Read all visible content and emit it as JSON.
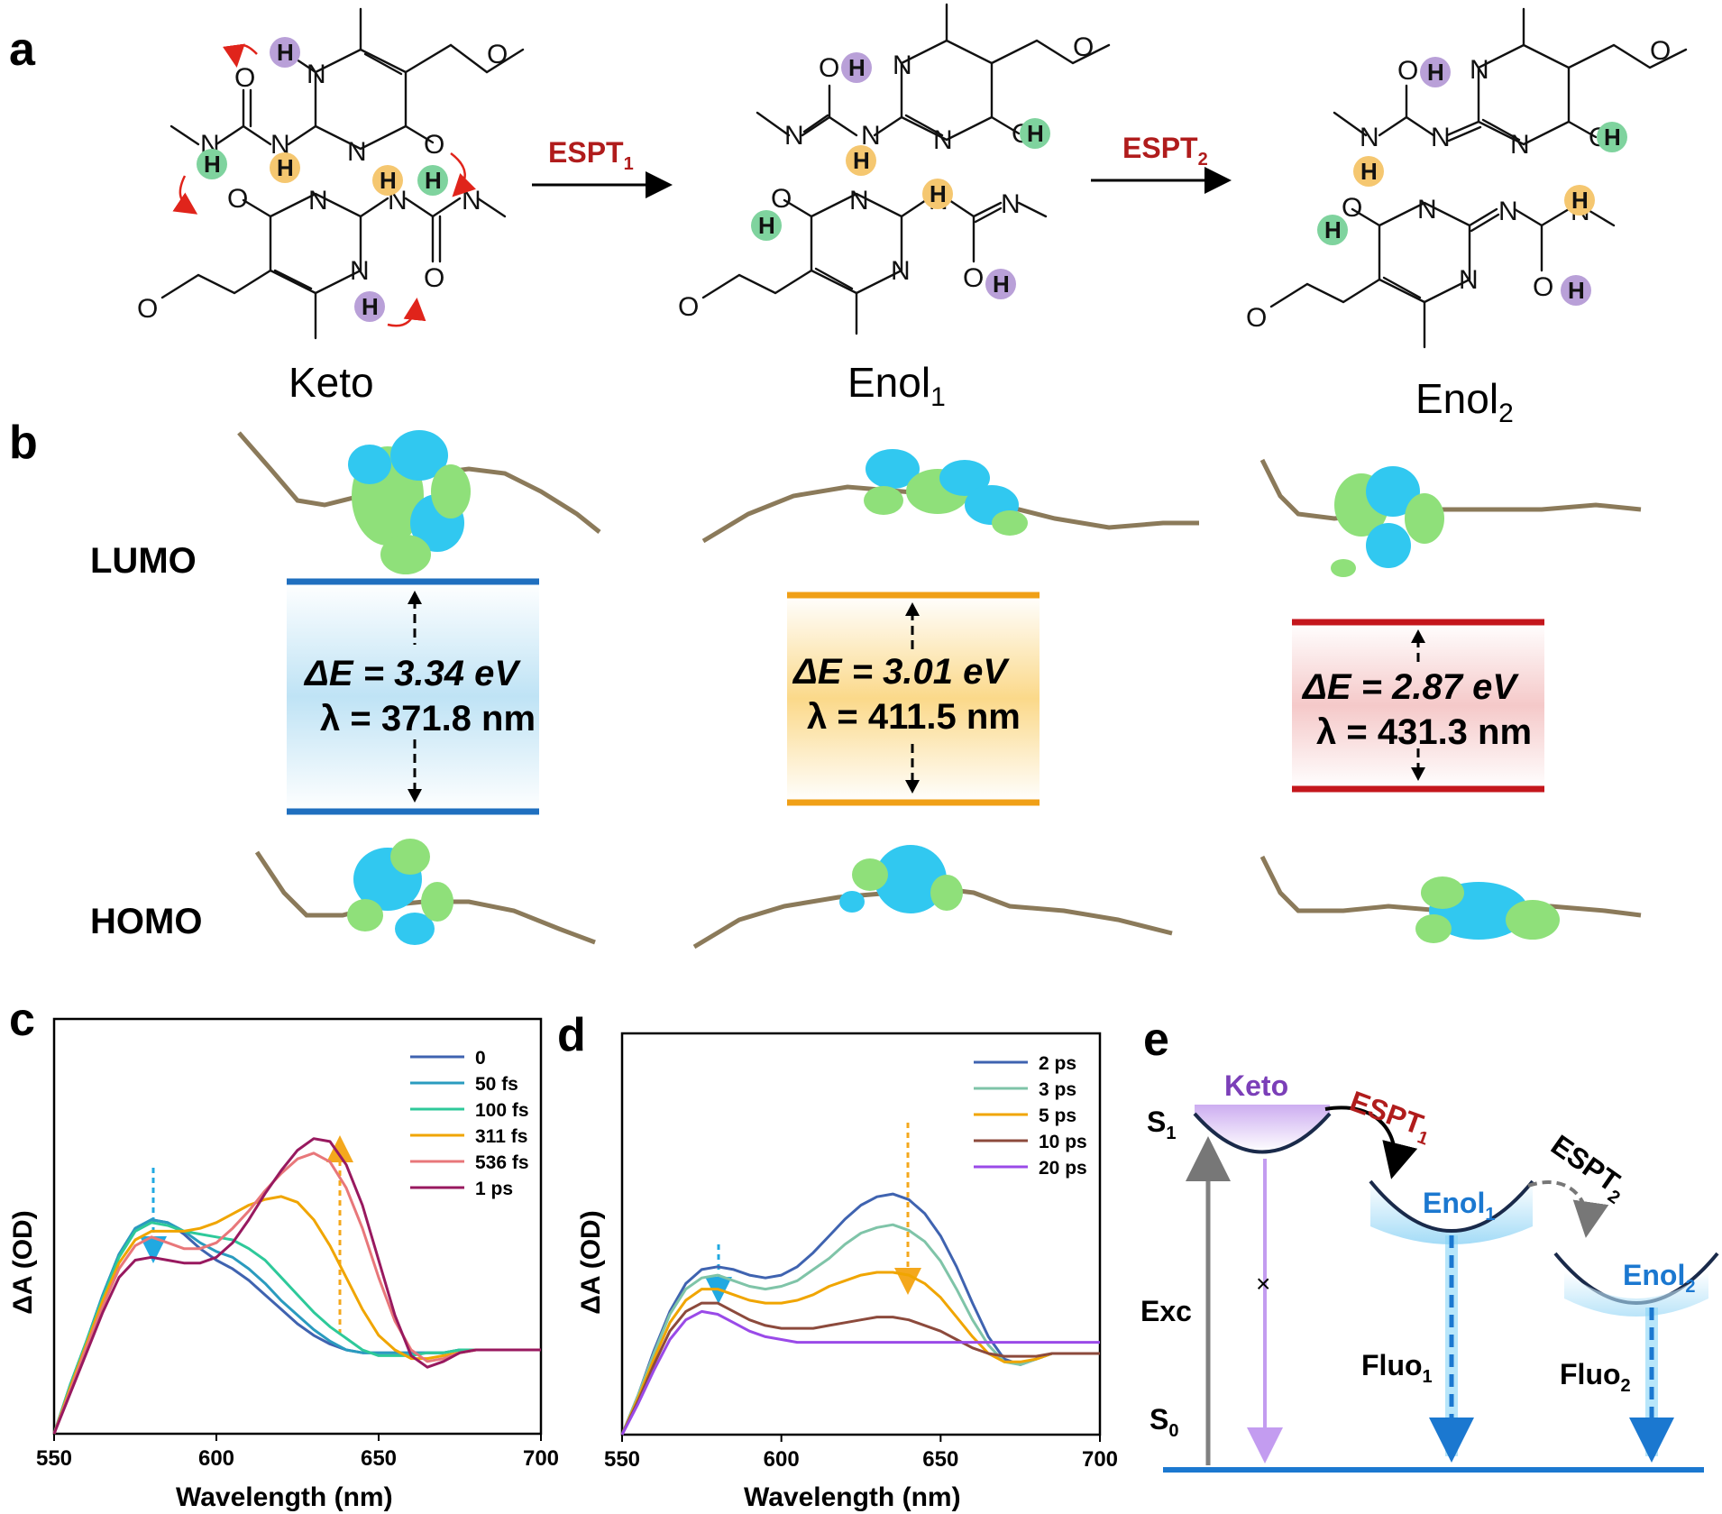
{
  "panel_labels": {
    "a": "a",
    "b": "b",
    "c": "c",
    "d": "d",
    "e": "e"
  },
  "panel_a": {
    "atoms": {
      "H": "H",
      "N": "N",
      "O": "O"
    },
    "keto_label": "Keto",
    "enol1_label": "Enol",
    "enol1_sub": "1",
    "enol2_label": "Enol",
    "enol2_sub": "2",
    "arrow1_label": "ESPT",
    "arrow1_sub": "1",
    "arrow2_label": "ESPT",
    "arrow2_sub": "2",
    "colors": {
      "purple_h": "#b9a0d8",
      "green_h": "#7fd39e",
      "yellow_h": "#f5c770",
      "arrow_red": "#e0241b"
    }
  },
  "panel_b": {
    "lumo_label": "LUMO",
    "homo_label": "HOMO",
    "gaps": [
      {
        "dE": "ΔE = 3.34 eV",
        "lambda": "λ = 371.8 nm",
        "color": "#1f6fbf",
        "fill": "#bfe3f5"
      },
      {
        "dE": "ΔE = 3.01 eV",
        "lambda": "λ = 411.5 nm",
        "color": "#f0a017",
        "fill": "#fbd98a"
      },
      {
        "dE": "ΔE = 2.87 eV",
        "lambda": "λ = 431.3 nm",
        "color": "#c4161c",
        "fill": "#f5c9c9"
      }
    ],
    "orbital_colors": {
      "positive": "#31c8f0",
      "negative": "#8fe07a"
    }
  },
  "chart_data": [
    {
      "type": "line",
      "panel": "c",
      "xlabel": "Wavelength (nm)",
      "ylabel": "ΔA (OD)",
      "xlim": [
        550,
        700
      ],
      "xticks": [
        550,
        600,
        650,
        700
      ],
      "x": [
        550,
        555,
        560,
        565,
        570,
        575,
        580,
        585,
        590,
        595,
        600,
        605,
        610,
        615,
        620,
        625,
        630,
        635,
        640,
        645,
        650,
        655,
        660,
        665,
        670,
        675,
        680,
        685,
        690,
        695,
        700
      ],
      "series": [
        {
          "name": "0",
          "color": "#3f63b0",
          "values": [
            0.0,
            0.17,
            0.32,
            0.48,
            0.62,
            0.71,
            0.74,
            0.73,
            0.69,
            0.64,
            0.6,
            0.57,
            0.53,
            0.48,
            0.43,
            0.38,
            0.34,
            0.31,
            0.29,
            0.28,
            0.28,
            0.28,
            0.28,
            0.28,
            0.28,
            0.29,
            0.29,
            0.29,
            0.29,
            0.29,
            0.29
          ]
        },
        {
          "name": "50 fs",
          "color": "#2a9bbf",
          "values": [
            0.0,
            0.17,
            0.32,
            0.48,
            0.62,
            0.71,
            0.74,
            0.73,
            0.7,
            0.66,
            0.63,
            0.61,
            0.57,
            0.52,
            0.46,
            0.41,
            0.36,
            0.32,
            0.29,
            0.28,
            0.28,
            0.28,
            0.28,
            0.28,
            0.28,
            0.29,
            0.29,
            0.29,
            0.29,
            0.29,
            0.29
          ]
        },
        {
          "name": "100 fs",
          "color": "#2ec99a",
          "values": [
            0.0,
            0.17,
            0.32,
            0.47,
            0.61,
            0.7,
            0.73,
            0.72,
            0.7,
            0.69,
            0.68,
            0.67,
            0.64,
            0.6,
            0.54,
            0.48,
            0.42,
            0.37,
            0.33,
            0.29,
            0.27,
            0.27,
            0.27,
            0.28,
            0.28,
            0.29,
            0.29,
            0.29,
            0.29,
            0.29,
            0.29
          ]
        },
        {
          "name": "311 fs",
          "color": "#f0a500",
          "values": [
            0.0,
            0.16,
            0.31,
            0.46,
            0.59,
            0.67,
            0.7,
            0.7,
            0.7,
            0.71,
            0.73,
            0.76,
            0.79,
            0.81,
            0.82,
            0.8,
            0.74,
            0.65,
            0.54,
            0.43,
            0.34,
            0.29,
            0.26,
            0.26,
            0.27,
            0.28,
            0.29,
            0.29,
            0.29,
            0.29,
            0.29
          ]
        },
        {
          "name": "536 fs",
          "color": "#e8777a",
          "values": [
            0.0,
            0.15,
            0.3,
            0.44,
            0.57,
            0.65,
            0.68,
            0.66,
            0.64,
            0.64,
            0.66,
            0.71,
            0.77,
            0.84,
            0.9,
            0.95,
            0.97,
            0.94,
            0.85,
            0.71,
            0.54,
            0.39,
            0.29,
            0.25,
            0.26,
            0.28,
            0.29,
            0.29,
            0.29,
            0.29,
            0.29
          ]
        },
        {
          "name": "1 ps",
          "color": "#98195f",
          "values": [
            0.0,
            0.14,
            0.28,
            0.42,
            0.54,
            0.6,
            0.61,
            0.6,
            0.59,
            0.59,
            0.61,
            0.66,
            0.74,
            0.83,
            0.91,
            0.98,
            1.02,
            1.01,
            0.93,
            0.79,
            0.6,
            0.41,
            0.27,
            0.23,
            0.25,
            0.28,
            0.29,
            0.29,
            0.29,
            0.29,
            0.29
          ]
        }
      ]
    },
    {
      "type": "line",
      "panel": "d",
      "xlabel": "Wavelength (nm)",
      "ylabel": "ΔA (OD)",
      "xlim": [
        550,
        700
      ],
      "xticks": [
        550,
        600,
        650,
        700
      ],
      "x": [
        550,
        555,
        560,
        565,
        570,
        575,
        580,
        585,
        590,
        595,
        600,
        605,
        610,
        615,
        620,
        625,
        630,
        635,
        640,
        645,
        650,
        655,
        660,
        665,
        670,
        675,
        680,
        685,
        690,
        695,
        700
      ],
      "series": [
        {
          "name": "2 ps",
          "color": "#3f63b0",
          "values": [
            0.0,
            0.14,
            0.3,
            0.44,
            0.54,
            0.59,
            0.6,
            0.59,
            0.57,
            0.56,
            0.57,
            0.6,
            0.65,
            0.71,
            0.77,
            0.82,
            0.85,
            0.86,
            0.84,
            0.79,
            0.71,
            0.6,
            0.47,
            0.35,
            0.27,
            0.25,
            0.27,
            0.29,
            0.29,
            0.29,
            0.29
          ]
        },
        {
          "name": "3 ps",
          "color": "#7fc4a8",
          "values": [
            0.0,
            0.14,
            0.29,
            0.43,
            0.52,
            0.56,
            0.57,
            0.55,
            0.53,
            0.52,
            0.53,
            0.55,
            0.59,
            0.63,
            0.68,
            0.72,
            0.74,
            0.75,
            0.73,
            0.69,
            0.62,
            0.52,
            0.41,
            0.32,
            0.26,
            0.25,
            0.27,
            0.29,
            0.29,
            0.29,
            0.29
          ]
        },
        {
          "name": "5 ps",
          "color": "#f0a500",
          "values": [
            0.0,
            0.13,
            0.27,
            0.4,
            0.48,
            0.52,
            0.52,
            0.5,
            0.48,
            0.47,
            0.47,
            0.48,
            0.5,
            0.53,
            0.55,
            0.57,
            0.58,
            0.58,
            0.57,
            0.54,
            0.49,
            0.42,
            0.35,
            0.29,
            0.26,
            0.26,
            0.27,
            0.29,
            0.29,
            0.29,
            0.29
          ]
        },
        {
          "name": "10 ps",
          "color": "#8c4a3c",
          "values": [
            0.0,
            0.12,
            0.25,
            0.37,
            0.44,
            0.47,
            0.47,
            0.44,
            0.41,
            0.39,
            0.38,
            0.38,
            0.38,
            0.39,
            0.4,
            0.41,
            0.42,
            0.42,
            0.41,
            0.39,
            0.37,
            0.34,
            0.31,
            0.29,
            0.28,
            0.28,
            0.28,
            0.29,
            0.29,
            0.29,
            0.29
          ]
        },
        {
          "name": "20 ps",
          "color": "#9a4ae8",
          "values": [
            0.0,
            0.11,
            0.23,
            0.34,
            0.41,
            0.44,
            0.43,
            0.4,
            0.37,
            0.35,
            0.34,
            0.33,
            0.33,
            0.33,
            0.33,
            0.33,
            0.33,
            0.33,
            0.33,
            0.33,
            0.33,
            0.33,
            0.33,
            0.33,
            0.33,
            0.33,
            0.33,
            0.33,
            0.33,
            0.33,
            0.33
          ]
        }
      ]
    }
  ],
  "panel_e": {
    "s1": "S",
    "s1_sub": "1",
    "s0": "S",
    "s0_sub": "0",
    "keto": "Keto",
    "enol1": "Enol",
    "enol1_sub": "1",
    "enol2": "Enol",
    "enol2_sub": "2",
    "espt1": "ESPT",
    "espt1_sub": "1",
    "espt2": "ESPT",
    "espt2_sub": "2",
    "exc": "Exc",
    "fluo1": "Fluo",
    "fluo1_sub": "1",
    "fluo2": "Fluo",
    "fluo2_sub": "2",
    "cross": "×",
    "colors": {
      "keto": "#7b3fb8",
      "enol": "#1b78d0",
      "espt1": "#b01c1c",
      "baseline": "#1b78d0"
    }
  }
}
